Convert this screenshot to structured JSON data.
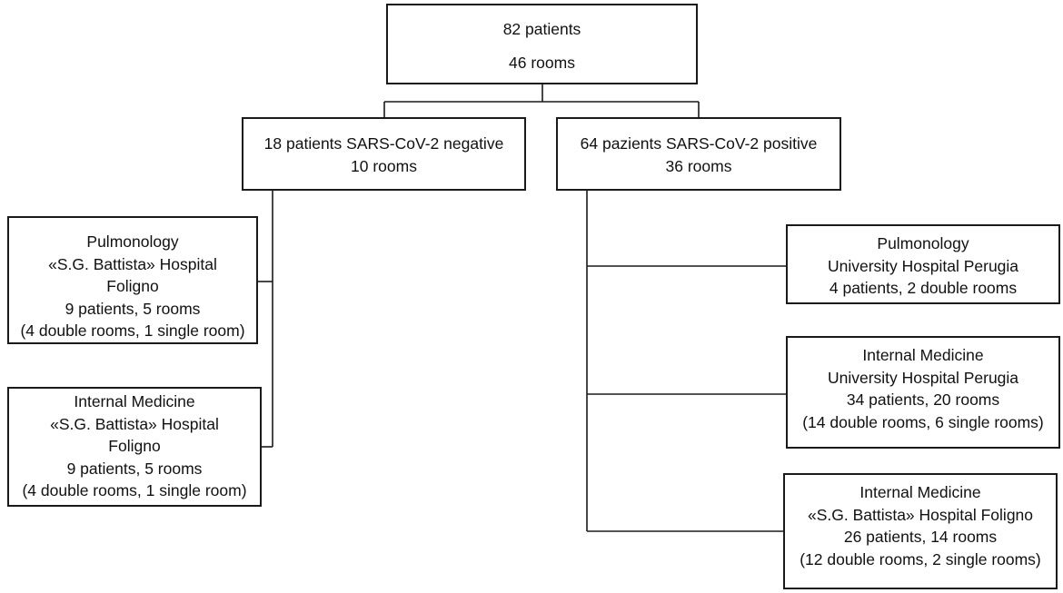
{
  "diagram": {
    "root": {
      "line1": "82 patients",
      "line2": "46 rooms"
    },
    "negative": {
      "line1": "18 patients  SARS-CoV-2 negative",
      "line2": "10 rooms"
    },
    "positive": {
      "line1": "64 pazients  SARS-CoV-2 positive",
      "line2": "36 rooms"
    },
    "negative_children": [
      {
        "lines": [
          "Pulmonology",
          "«S.G. Battista» Hospital",
          "Foligno",
          "9 patients, 5 rooms",
          "(4 double rooms, 1 single room)"
        ]
      },
      {
        "lines": [
          "Internal  Medicine",
          "«S.G. Battista» Hospital",
          "Foligno",
          "9 patients, 5 rooms",
          "(4 double rooms, 1 single room)"
        ]
      }
    ],
    "positive_children": [
      {
        "lines": [
          "Pulmonology",
          "University  Hospital Perugia",
          "4 patients, 2 double rooms"
        ]
      },
      {
        "lines": [
          "Internal  Medicine",
          "University  Hospital Perugia",
          "34 patients, 20 rooms",
          "(14 double rooms, 6 single rooms)"
        ]
      },
      {
        "lines": [
          "Internal  Medicine",
          "«S.G. Battista» Hospital Foligno",
          "26 patients, 14 rooms",
          "(12 double rooms, 2 single rooms)"
        ]
      }
    ]
  }
}
